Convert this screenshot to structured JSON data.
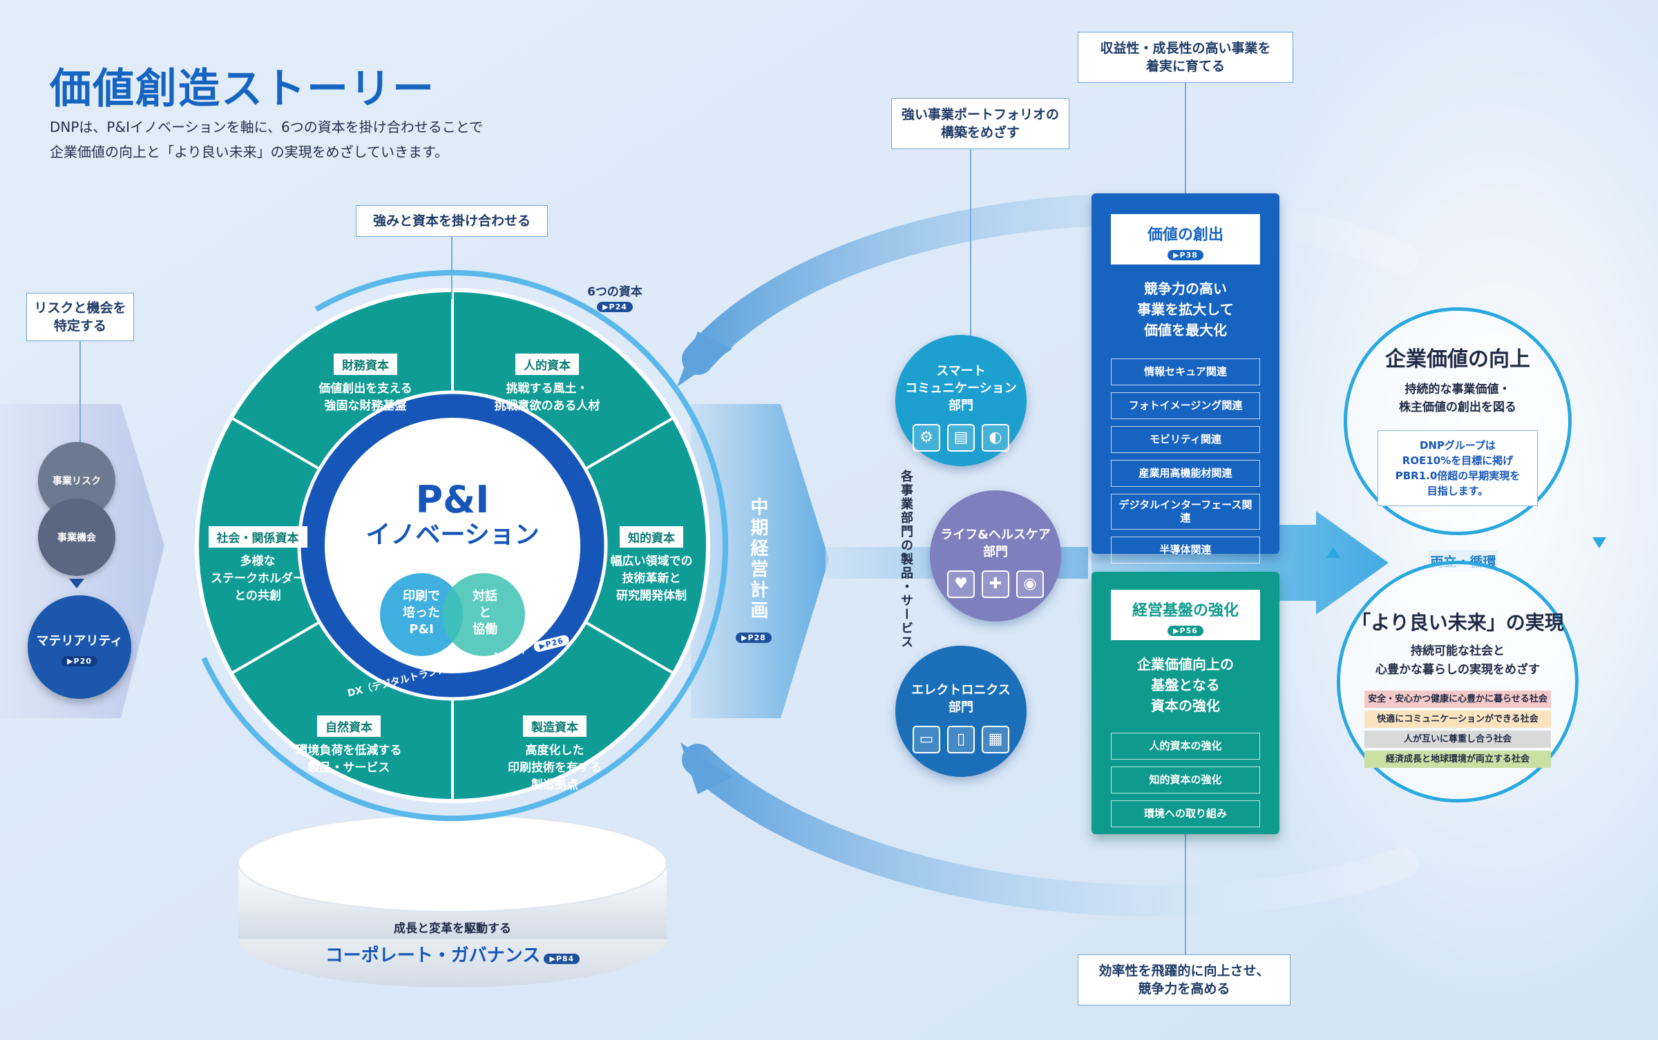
{
  "title": "価値創造ストーリー",
  "intro": [
    "DNPは、P&Iイノベーションを軸に、6つの資本を掛け合わせることで",
    "企業価値の向上と「より良い未来」の実現をめざしていきます。"
  ],
  "callouts": {
    "strength": "強みと資本を掛け合わせる",
    "risk": [
      "リスクと機会を",
      "特定する"
    ],
    "portfolio": [
      "強い事業ポートフォリオの",
      "構築をめざす"
    ],
    "profit": [
      "収益性・成長性の高い事業を",
      "着実に育てる"
    ],
    "efficiency": [
      "効率性を飛躍的に向上させ、",
      "競争力を高める"
    ]
  },
  "materiality": {
    "risk": "事業リスク",
    "opportunity": "事業機会",
    "label": "マテリアリティ",
    "ref": "▶P20"
  },
  "capitals_header": {
    "label": "6つの資本",
    "ref": "▶P24"
  },
  "capitals": [
    {
      "name": "財務資本",
      "desc": [
        "価値創出を支える",
        "強固な財務基盤"
      ]
    },
    {
      "name": "人的資本",
      "desc": [
        "挑戦する風土・",
        "挑戦意欲のある人材"
      ]
    },
    {
      "name": "知的資本",
      "desc": [
        "幅広い領域での",
        "技術革新と",
        "研究開発体制"
      ]
    },
    {
      "name": "製造資本",
      "desc": [
        "高度化した",
        "印刷技術を有する",
        "製造拠点"
      ]
    },
    {
      "name": "自然資本",
      "desc": [
        "環境負荷を低減する",
        "製品・サービス"
      ]
    },
    {
      "name": "社会・関係資本",
      "desc": [
        "多様な",
        "ステークホルダー",
        "との共創"
      ]
    }
  ],
  "core": {
    "title_line1": "P&I",
    "title_line2": "イノベーション",
    "left_circle": [
      "印刷で",
      "培った",
      "P&I"
    ],
    "right_circle": [
      "対話",
      "と",
      "協働"
    ],
    "dx_label": "DX（デジタルトランスフォーメーション）",
    "dx_ref": "▶P26"
  },
  "governance": {
    "subtitle": "成長と変革を駆動する",
    "title": "コーポレート・ガバナンス",
    "ref": "▶P84"
  },
  "midterm": {
    "label": "中期経営計画",
    "ref": "▶P28"
  },
  "products_label": "各事業部門の製品・サービス",
  "departments": [
    {
      "name": [
        "スマート",
        "コミュニケーション",
        "部門"
      ],
      "icons": [
        "⚙",
        "📖",
        "👓"
      ],
      "icon_names": [
        "network-icon",
        "book-icon",
        "vr-headset-icon"
      ],
      "color": "#1d9fd0"
    },
    {
      "name": [
        "ライフ&ヘルスケア",
        "部門"
      ],
      "icons": [
        "🤲",
        "⚕",
        "🚗"
      ],
      "icon_names": [
        "hands-care-icon",
        "medicine-icon",
        "car-icon"
      ],
      "color": "#7e7fbd"
    },
    {
      "name": [
        "エレクトロニクス",
        "部門"
      ],
      "icons": [
        "🖥",
        "📱",
        "▦"
      ],
      "icon_names": [
        "monitor-icon",
        "smartphone-icon",
        "chip-icon"
      ],
      "color": "#1b6fb8"
    }
  ],
  "value_creation": {
    "header": "価値の創出",
    "ref": "▶P38",
    "body": [
      "競争力の高い",
      "事業を拡大して",
      "価値を最大化"
    ],
    "items": [
      "情報セキュア関連",
      "フォトイメージング関連",
      "モビリティ関連",
      "産業用高機能材関連",
      "デジタルインターフェース関連",
      "半導体関連"
    ]
  },
  "foundation": {
    "header": "経営基盤の強化",
    "ref": "▶P56",
    "body": [
      "企業価値向上の",
      "基盤となる",
      "資本の強化"
    ],
    "items": [
      "人的資本の強化",
      "知的資本の強化",
      "環境への取り組み"
    ]
  },
  "corporate_value": {
    "title": "企業価値の向上",
    "desc": [
      "持続的な事業価値・",
      "株主価値の創出を図る"
    ],
    "box": [
      "DNPグループは",
      "ROE10%を目標に掲げ",
      "PBR1.0倍超の早期実現を",
      "目指します。"
    ]
  },
  "cycle_label": "両立・循環",
  "future": {
    "title": "「より良い未来」の実現",
    "desc": [
      "持続可能な社会と",
      "心豊かな暮らしの実現をめざす"
    ],
    "societies": [
      {
        "text": "安全・安心かつ健康に心豊かに暮らせる社会",
        "color": "#f6c9c9"
      },
      {
        "text": "快適にコミュニケーションができる社会",
        "color": "#fbe3bd"
      },
      {
        "text": "人が互いに尊重し合う社会",
        "color": "#d9d9d9"
      },
      {
        "text": "経済成長と地球環境が両立する社会",
        "color": "#c8e0a4"
      }
    ]
  }
}
